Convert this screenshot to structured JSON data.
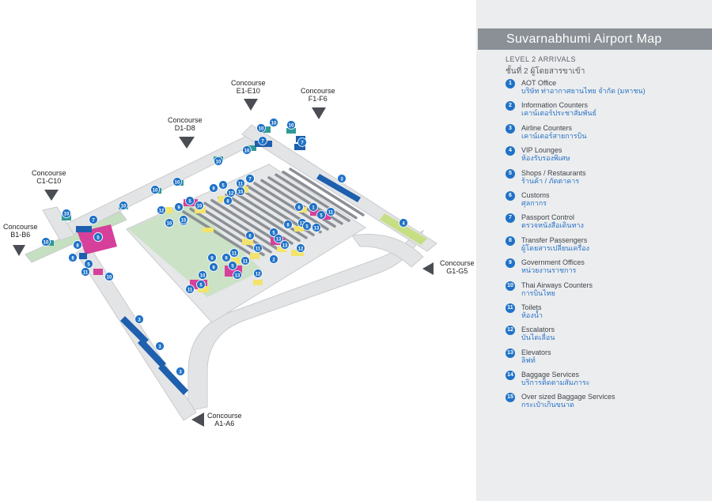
{
  "map": {
    "concourses": [
      {
        "id": "b",
        "line1": "Concourse",
        "line2": "B1-B6"
      },
      {
        "id": "c",
        "line1": "Concourse",
        "line2": "C1-C10"
      },
      {
        "id": "d",
        "line1": "Concourse",
        "line2": "D1-D8"
      },
      {
        "id": "e",
        "line1": "Concourse",
        "line2": "E1-E10"
      },
      {
        "id": "f",
        "line1": "Concourse",
        "line2": "F1-F6"
      },
      {
        "id": "g",
        "line1": "Concourse",
        "line2": "G1-G5"
      },
      {
        "id": "a",
        "line1": "Concourse",
        "line2": "A1-A6"
      }
    ],
    "colors": {
      "ground": "#e6e7e8",
      "outline": "#c9cbcd",
      "road": "#e3e4e6",
      "walkway": "#c5e0c0",
      "counter": "#1e5fae",
      "lounge_green": "#c7df84",
      "shop_pink": "#d6409a",
      "toilet_teal": "#2f9a96",
      "yellow": "#f2e36c",
      "marker": "#1f72c7"
    }
  },
  "legend": {
    "title": "Suvarnabhumi Airport Map",
    "level_en": "LEVEL 2  ARRIVALS",
    "level_th": "ชั้นที่ 2 ผู้โดยสารขาเข้า",
    "items": [
      {
        "num": "1",
        "en": "AOT Office",
        "th": "บริษัท ท่าอากาศยานไทย จำกัด (มหาชน)"
      },
      {
        "num": "2",
        "en": "Information Counters",
        "th": "เคาน์เตอร์ประชาสัมพันธ์"
      },
      {
        "num": "3",
        "en": "Airline Counters",
        "th": "เคาน์เตอร์สายการบิน"
      },
      {
        "num": "4",
        "en": "VIP Lounges",
        "th": "ห้องรับรองพิเศษ"
      },
      {
        "num": "5",
        "en": "Shops / Restaurants",
        "th": "ร้านค้า / ภัตตาคาร"
      },
      {
        "num": "6",
        "en": "Customs",
        "th": "ศุลกากร"
      },
      {
        "num": "7",
        "en": "Passport Control",
        "th": "ตรวจหนังสือเดินทาง"
      },
      {
        "num": "8",
        "en": "Transfer Passengers",
        "th": "ผู้โดยสารเปลี่ยนเครื่อง"
      },
      {
        "num": "9",
        "en": "Government Offices",
        "th": "หน่วยงานราชการ"
      },
      {
        "num": "10",
        "en": "Thai Airways Counters",
        "th": "การบินไทย"
      },
      {
        "num": "11",
        "en": "Toilets",
        "th": "ห้องน้ำ"
      },
      {
        "num": "12",
        "en": "Escalators",
        "th": "บันไดเลื่อน"
      },
      {
        "num": "13",
        "en": "Elevators",
        "th": "ลิฟท์"
      },
      {
        "num": "14",
        "en": "Baggage Services",
        "th": "บริการติดตามสัมภาระ"
      },
      {
        "num": "15",
        "en": "Over sized Baggage Services",
        "th": "กระเป๋าเกินขนาด"
      }
    ]
  },
  "markers": [
    "1",
    "2",
    "3",
    "4",
    "5",
    "6",
    "7",
    "8",
    "9",
    "10",
    "11",
    "12",
    "13",
    "14",
    "15"
  ]
}
